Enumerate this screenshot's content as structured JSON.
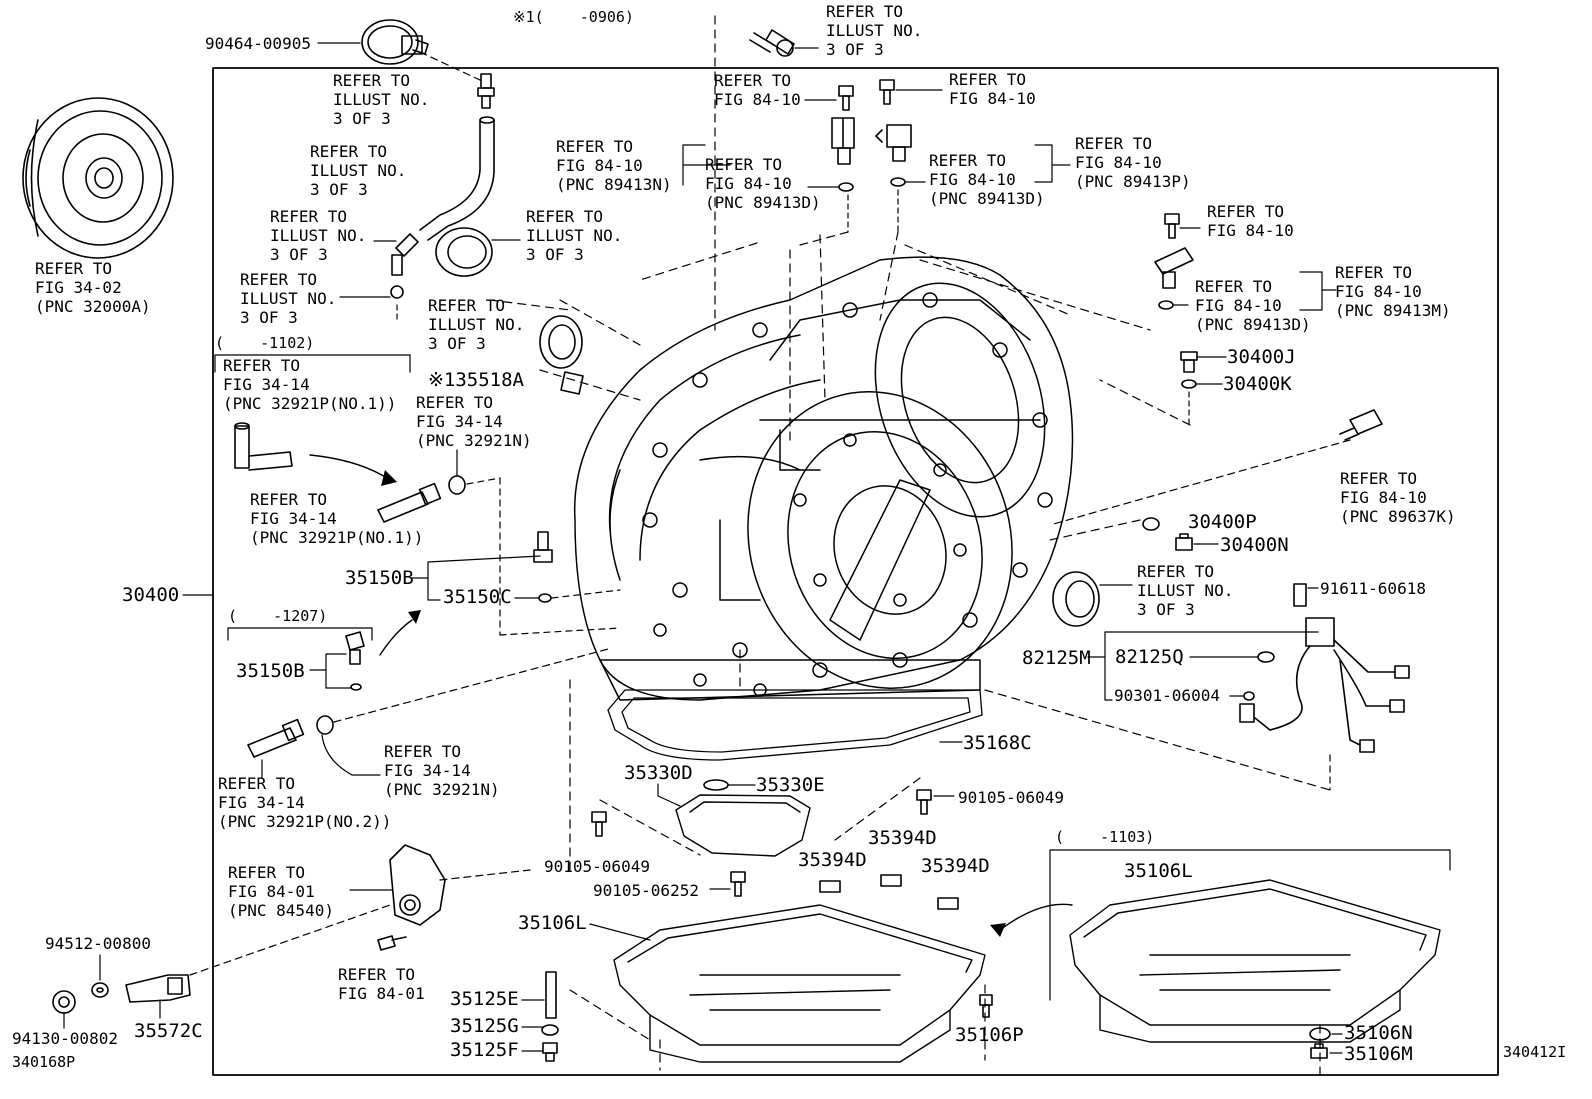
{
  "labels": {
    "p90464": "90464-00905",
    "note_top": "※1(    -0906)",
    "r_top_right": [
      "REFER TO",
      "ILLUST NO.",
      "3 OF 3"
    ],
    "r_ill_a": [
      "REFER TO",
      "ILLUST NO.",
      "3 OF 3"
    ],
    "r_ill_b": [
      "REFER TO",
      "ILLUST NO.",
      "3 OF 3"
    ],
    "r_ill_c": [
      "REFER TO",
      "ILLUST NO.",
      "3 OF 3"
    ],
    "r_ill_d": [
      "REFER TO",
      "ILLUST NO.",
      "3 OF 3"
    ],
    "r_ill_e": [
      "REFER TO",
      "ILLUST NO.",
      "3 OF 3"
    ],
    "r_ill_f": [
      "REFER TO",
      "ILLUST NO.",
      "3 OF 3"
    ],
    "r_ill_g": [
      "REFER TO",
      "ILLUST NO.",
      "3 OF 3"
    ],
    "r_fig3402": [
      "REFER TO",
      "FIG 34-02",
      "(PNC 32000A)"
    ],
    "r_8410_a": [
      "REFER TO",
      "FIG 84-10"
    ],
    "r_8410_b": [
      "REFER TO",
      "FIG 84-10"
    ],
    "r_89413N": [
      "REFER TO",
      "FIG 84-10",
      "(PNC 89413N)"
    ],
    "r_89413D_a": [
      "REFER TO",
      "FIG 84-10",
      "(PNC 89413D)"
    ],
    "r_89413D_b": [
      "REFER TO",
      "FIG 84-10",
      "(PNC 89413D)"
    ],
    "r_89413P": [
      "REFER TO",
      "FIG 84-10",
      "(PNC 89413P)"
    ],
    "r_8410_c": [
      "REFER TO",
      "FIG 84-10"
    ],
    "r_89413D_c": [
      "REFER TO",
      "FIG 84-10",
      "(PNC 89413D)"
    ],
    "r_89413M": [
      "REFER TO",
      "FIG 84-10",
      "(PNC 89413M)"
    ],
    "r_89637K": [
      "REFER TO",
      "FIG 84-10",
      "(PNC 89637K)"
    ],
    "range_1102": "(    -1102)",
    "r_32921P1_a": [
      "REFER TO",
      "FIG 34-14",
      "(PNC 32921P(NO.1))"
    ],
    "r_32921N_a": [
      "REFER TO",
      "FIG 34-14",
      "(PNC 32921N)"
    ],
    "note_35518A": "※135518A",
    "r_32921P1_b": [
      "REFER TO",
      "FIG 34-14",
      "(PNC 32921P(NO.1))"
    ],
    "p30400": "30400",
    "p35150B_a": "35150B",
    "p35150C": "35150C",
    "range_1207": "(    -1207)",
    "p35150B_b": "35150B",
    "r_32921P2": [
      "REFER TO",
      "FIG 34-14",
      "(PNC 32921P(NO.2))"
    ],
    "r_32921N_b": [
      "REFER TO",
      "FIG 34-14",
      "(PNC 32921N)"
    ],
    "r_84540": [
      "REFER TO",
      "FIG 84-01",
      "(PNC 84540)"
    ],
    "r_8401": [
      "REFER TO",
      "FIG 84-01"
    ],
    "p94512": "94512-00800",
    "p94130": "94130-00802",
    "p35572C": "35572C",
    "code_left": "340168P",
    "p30400J": "30400J",
    "p30400K": "30400K",
    "p30400P": "30400P",
    "p30400N": "30400N",
    "p91611": "91611-60618",
    "p82125M": "82125M",
    "p82125Q": "82125Q",
    "p90301": "90301-06004",
    "p35168C": "35168C",
    "p35330D": "35330D",
    "p35330E": "35330E",
    "p90105_a": "90105-06049",
    "p90105_b": "90105-06049",
    "p90105_c": "90105-06252",
    "p35394D_a": "35394D",
    "p35394D_b": "35394D",
    "p35394D_c": "35394D",
    "range_1103": "(    -1103)",
    "p35106L_a": "35106L",
    "p35106L_b": "35106L",
    "p35125E": "35125E",
    "p35125G": "35125G",
    "p35125F": "35125F",
    "p35106P": "35106P",
    "p35106N": "35106N",
    "p35106M": "35106M",
    "code_right": "340412I"
  }
}
